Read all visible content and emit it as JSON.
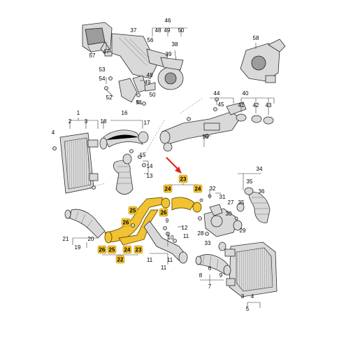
{
  "diagram": {
    "callouts": [
      {
        "id": "c46",
        "text": "46"
      },
      {
        "id": "c37",
        "text": "37"
      },
      {
        "id": "c48a",
        "text": "48"
      },
      {
        "id": "c49a",
        "text": "49"
      },
      {
        "id": "c50a",
        "text": "50"
      },
      {
        "id": "c56",
        "text": "56"
      },
      {
        "id": "c47",
        "text": "47"
      },
      {
        "id": "c57",
        "text": "57"
      },
      {
        "id": "c38",
        "text": "38"
      },
      {
        "id": "c39",
        "text": "39"
      },
      {
        "id": "c58",
        "text": "58"
      },
      {
        "id": "c53",
        "text": "53"
      },
      {
        "id": "c54",
        "text": "54"
      },
      {
        "id": "c48b",
        "text": "48"
      },
      {
        "id": "c49b",
        "text": "49"
      },
      {
        "id": "c52",
        "text": "52"
      },
      {
        "id": "c50b",
        "text": "50"
      },
      {
        "id": "c51",
        "text": "51"
      },
      {
        "id": "c44",
        "text": "44"
      },
      {
        "id": "c40",
        "text": "40"
      },
      {
        "id": "c45",
        "text": "45"
      },
      {
        "id": "c41",
        "text": "41"
      },
      {
        "id": "c42",
        "text": "42"
      },
      {
        "id": "c43",
        "text": "43"
      },
      {
        "id": "c1",
        "text": "1"
      },
      {
        "id": "c16",
        "text": "16"
      },
      {
        "id": "c2",
        "text": "2"
      },
      {
        "id": "c3a",
        "text": "3"
      },
      {
        "id": "c18",
        "text": "18"
      },
      {
        "id": "c17",
        "text": "17"
      },
      {
        "id": "c4a",
        "text": "4"
      },
      {
        "id": "c55",
        "text": "55"
      },
      {
        "id": "c14",
        "text": "14"
      },
      {
        "id": "c15",
        "text": "15"
      },
      {
        "id": "c13",
        "text": "13"
      },
      {
        "id": "c34",
        "text": "34"
      },
      {
        "id": "c35a",
        "text": "35"
      },
      {
        "id": "c36",
        "text": "36"
      },
      {
        "id": "c35b",
        "text": "35"
      },
      {
        "id": "c32",
        "text": "32"
      },
      {
        "id": "c31",
        "text": "31"
      },
      {
        "id": "c27",
        "text": "27"
      },
      {
        "id": "c30",
        "text": "30"
      },
      {
        "id": "c28",
        "text": "28"
      },
      {
        "id": "c29",
        "text": "29"
      },
      {
        "id": "c33",
        "text": "33"
      },
      {
        "id": "c20",
        "text": "20"
      },
      {
        "id": "c21",
        "text": "21"
      },
      {
        "id": "c19",
        "text": "19"
      },
      {
        "id": "c9",
        "text": "9"
      },
      {
        "id": "c10",
        "text": "10"
      },
      {
        "id": "c12",
        "text": "12"
      },
      {
        "id": "c11a",
        "text": "11"
      },
      {
        "id": "c11b",
        "text": "11"
      },
      {
        "id": "c11c",
        "text": "11"
      },
      {
        "id": "c11d",
        "text": "11"
      },
      {
        "id": "c6",
        "text": "6"
      },
      {
        "id": "c7",
        "text": "7"
      },
      {
        "id": "c8",
        "text": "8"
      },
      {
        "id": "c9b",
        "text": "9"
      },
      {
        "id": "c5",
        "text": "5"
      },
      {
        "id": "c3b",
        "text": "3"
      },
      {
        "id": "c4b",
        "text": "4"
      }
    ],
    "badges": [
      {
        "id": "b23a",
        "text": "23"
      },
      {
        "id": "b24a",
        "text": "24"
      },
      {
        "id": "b24b",
        "text": "24"
      },
      {
        "id": "b25a",
        "text": "25"
      },
      {
        "id": "b26a",
        "text": "26"
      },
      {
        "id": "b26b",
        "text": "26"
      },
      {
        "id": "b26c",
        "text": "26"
      },
      {
        "id": "b25b",
        "text": "25"
      },
      {
        "id": "b24c",
        "text": "24"
      },
      {
        "id": "b23b",
        "text": "23"
      },
      {
        "id": "b22",
        "text": "22"
      }
    ],
    "colors": {
      "highlight": "#f4c430",
      "arrow": "#e0261b",
      "part": "#d9d9d9",
      "line": "#333333"
    }
  }
}
